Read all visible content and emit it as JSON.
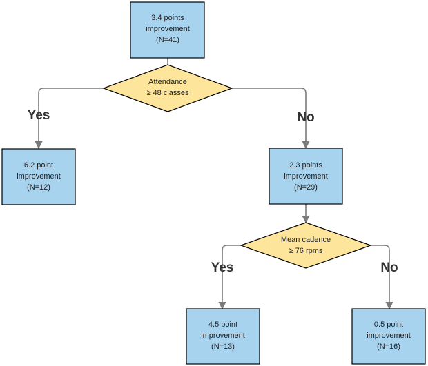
{
  "root": {
    "line1": "3.4 points",
    "line2": "improvement",
    "line3": "(N=41)"
  },
  "split1": {
    "line1": "Attendance",
    "line2": "≥ 48 classes",
    "yes_label": "Yes",
    "no_label": "No"
  },
  "yes_leaf": {
    "line1": "6.2 point",
    "line2": "improvement",
    "line3": "(N=12)"
  },
  "no_node": {
    "line1": "2.3 points",
    "line2": "improvement",
    "line3": "(N=29)"
  },
  "split2": {
    "line1": "Mean cadence",
    "line2": "≥ 76 rpms",
    "yes_label": "Yes",
    "no_label": "No"
  },
  "leaf_yes2": {
    "line1": "4.5 point",
    "line2": "improvement",
    "line3": "(N=13)"
  },
  "leaf_no2": {
    "line1": "0.5 point",
    "line2": "improvement",
    "line3": "(N=16)"
  },
  "colors": {
    "box_fill": "#a7d3ef",
    "diamond_fill": "#fde69c",
    "connector": "#7a7a7a"
  }
}
